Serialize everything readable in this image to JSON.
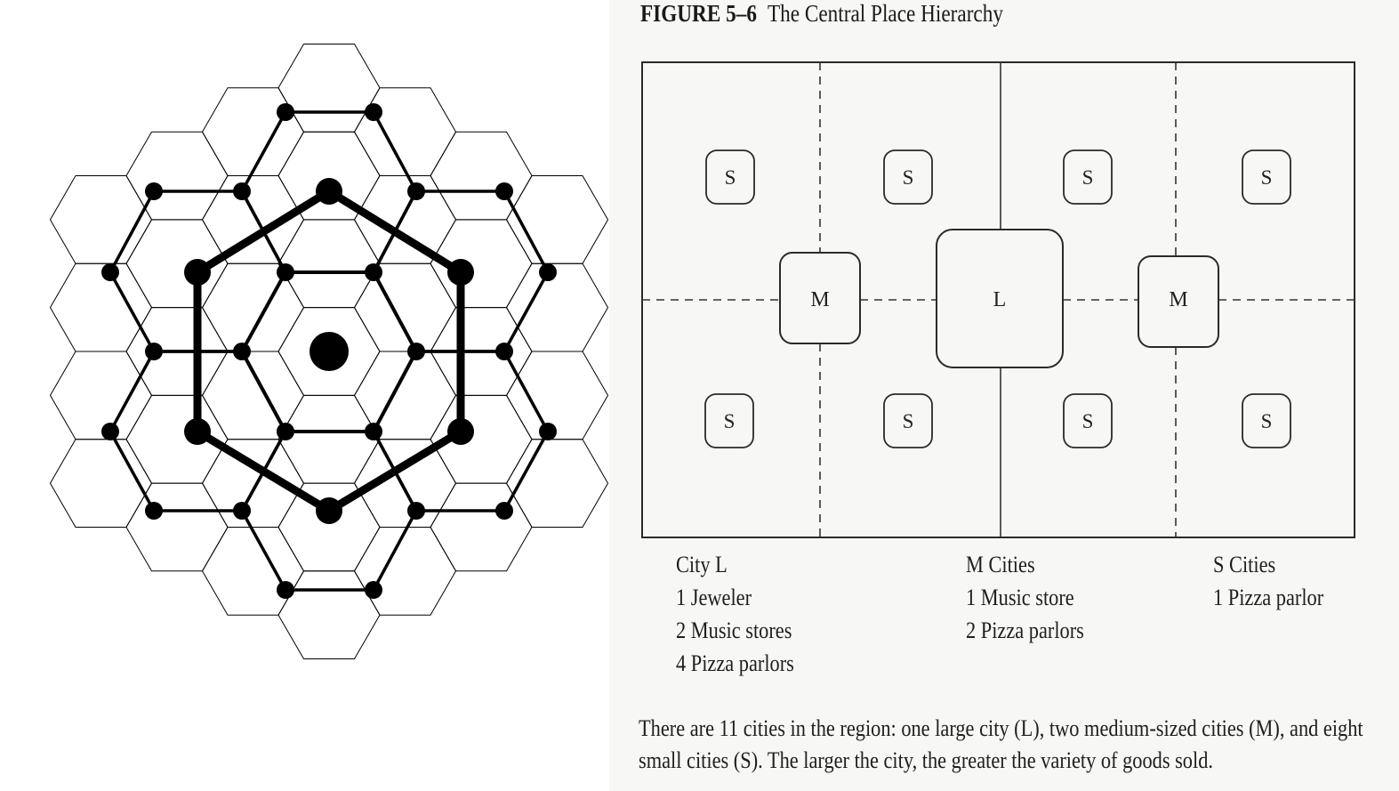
{
  "figure": {
    "number": "FIGURE 5–6",
    "title": "The Central Place Hierarchy"
  },
  "map": {
    "large_label": "L",
    "medium_label": "M",
    "small_label": "S"
  },
  "legend": [
    {
      "header": "City L",
      "items": [
        "1 Jeweler",
        "2 Music stores",
        "4 Pizza parlors"
      ]
    },
    {
      "header": "M Cities",
      "items": [
        "1 Music store",
        "2 Pizza parlors"
      ]
    },
    {
      "header": "S Cities",
      "items": [
        "1 Pizza parlor"
      ]
    }
  ],
  "caption": {
    "line1": "There are 11 cities in the region: one large city (L), two medium-sized cities (M), and eight",
    "line2": "small cities (S). The larger the city, the greater the variety of goods sold."
  }
}
